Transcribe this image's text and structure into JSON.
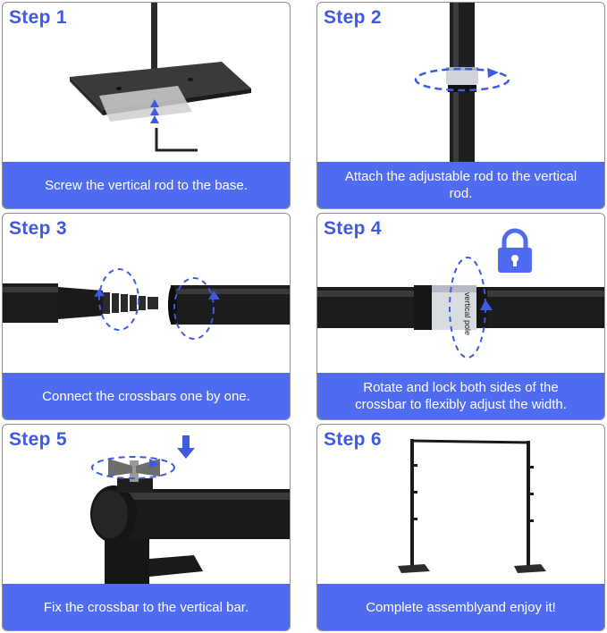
{
  "steps": [
    {
      "title": "Step 1",
      "caption": "Screw the vertical rod to the base."
    },
    {
      "title": "Step 2",
      "caption": "Attach the adjustable rod to the vertical rod."
    },
    {
      "title": "Step 3",
      "caption": "Connect the crossbars one by one."
    },
    {
      "title": "Step 4",
      "caption": "Rotate and lock both sides of the crossbar to flexibly adjust the width.",
      "sleeve_label": "vertical pole"
    },
    {
      "title": "Step 5",
      "caption": "Fix the crossbar to the vertical bar."
    },
    {
      "title": "Step 6",
      "caption": "Complete assemblyand enjoy it!"
    }
  ],
  "colors": {
    "accent": "#4f6cf0",
    "title": "#3f5ae0",
    "arrow": "#3f5ae0"
  },
  "icons": [
    "up-arrows-icon",
    "rotate-arrow-icon",
    "lock-icon",
    "down-arrow-icon"
  ]
}
